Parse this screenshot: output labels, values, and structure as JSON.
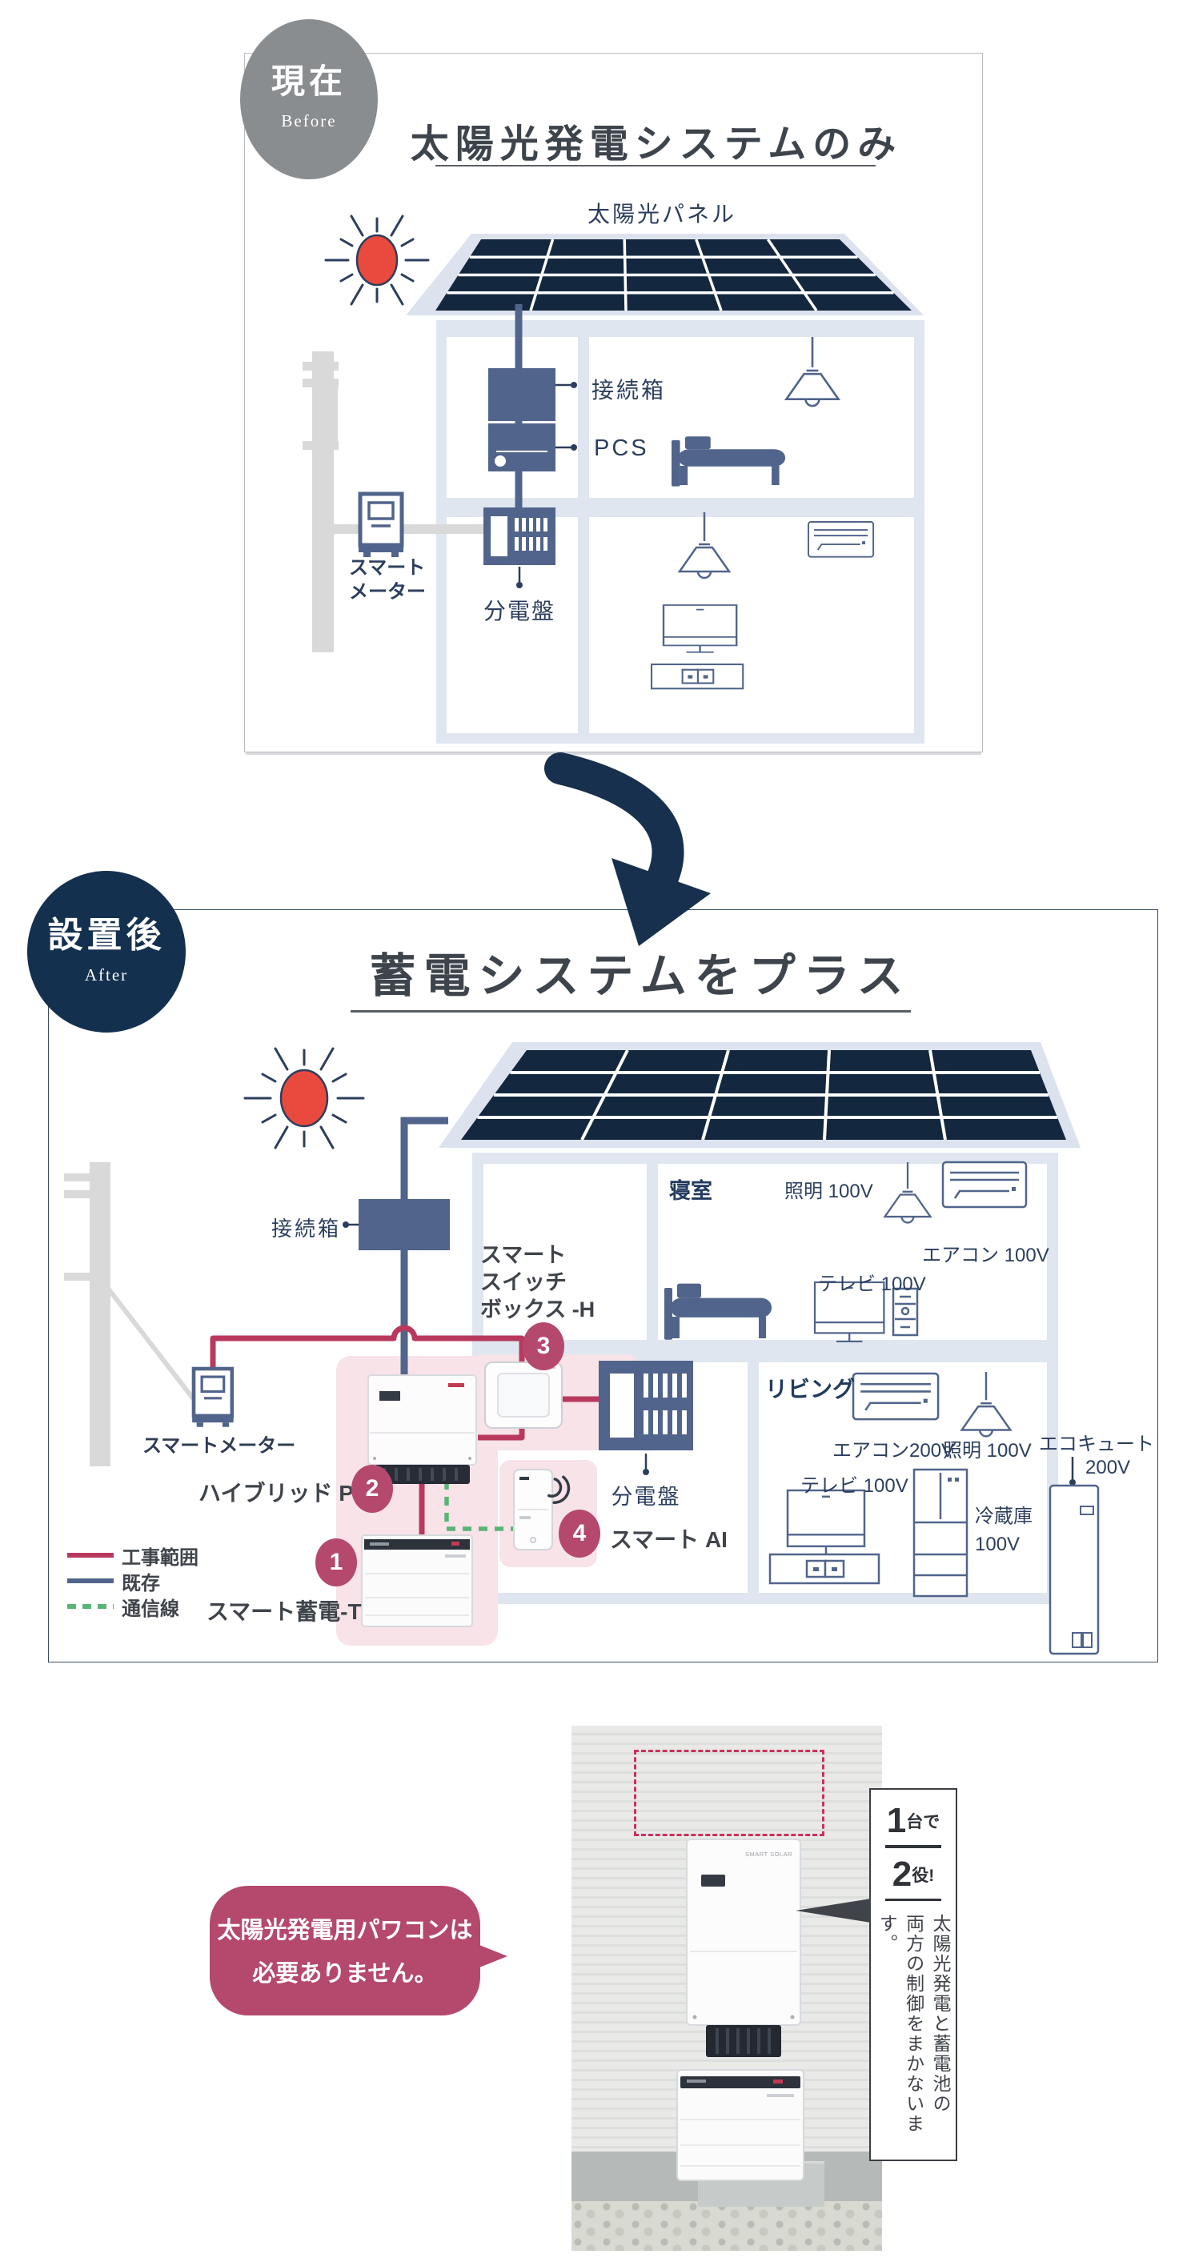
{
  "colors": {
    "navy_dark": "#16304d",
    "slate_device": "#51648b",
    "navy_text": "#2c3e5e",
    "rose_badge": "#b5486d",
    "crimson_line": "#b9395e",
    "green_comm": "#58b576",
    "pink_highlight": "#f7e3e8",
    "wall_blue": "#dfe6ef",
    "badge_gray": "#8a8d90",
    "sun_red": "#ea4a3d"
  },
  "before": {
    "badge": {
      "label": "現在",
      "sublabel": "Before"
    },
    "title": "太陽光発電システムのみ",
    "panel_label": "太陽光パネル",
    "junction_label": "接続箱",
    "pcs_label": "PCS",
    "distribution_label": "分電盤",
    "meter_line1": "スマート",
    "meter_line2": "メーター"
  },
  "after": {
    "badge": {
      "label": "設置後",
      "sublabel": "After"
    },
    "title": "蓄電システムをプラス",
    "junction_label": "接続箱",
    "switch_box_lines": [
      "スマート",
      "スイッチ",
      "ボックス -H"
    ],
    "meter_label": "スマートメーター",
    "distribution_label": "分電盤",
    "hybrid_pcs_label": "ハイブリッド PCS",
    "battery_label": "スマート蓄電-T",
    "smart_ai_label": "スマート AI",
    "badges": [
      "1",
      "2",
      "3",
      "4"
    ],
    "bedroom": {
      "name": "寝室",
      "light": "照明 100V",
      "aircon": "エアコン 100V",
      "tv": "テレビ 100V"
    },
    "living": {
      "name": "リビング",
      "aircon": "エアコン200V",
      "light": "照明 100V",
      "tv": "テレビ 100V",
      "fridge_line1": "冷蔵庫",
      "fridge_line2": "100V"
    },
    "ecocute": {
      "line1": "エコキュート",
      "line2": "200V"
    },
    "legend": [
      {
        "label": "工事範囲",
        "style": "solid-crimson"
      },
      {
        "label": "既存",
        "style": "solid-navy"
      },
      {
        "label": "通信線",
        "style": "dashed-green"
      }
    ]
  },
  "bottom": {
    "bubble_line1": "太陽光発電用パワコンは",
    "bubble_line2": "必要ありません。",
    "info": {
      "head1_num": "1",
      "head1_suffix": "台で",
      "head2_num": "2",
      "head2_suffix": "役!",
      "body_col1": "太陽光発電と蓄電池の",
      "body_col2": "両方の制御をまかないます。"
    },
    "device_logo": "SMART SOLAR"
  }
}
